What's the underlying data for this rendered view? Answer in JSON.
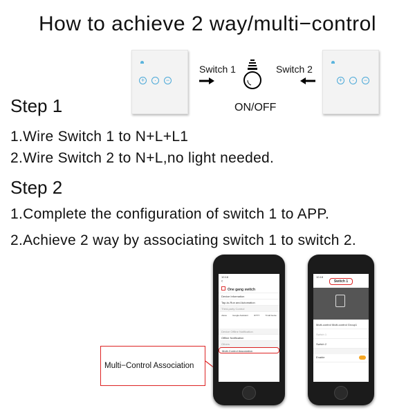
{
  "title": "How to achieve 2 way/multi−control",
  "diagram": {
    "switch1_label": "Switch 1",
    "switch2_label": "Switch 2",
    "bulb_label": "ON/OFF"
  },
  "step1": {
    "heading": "Step 1",
    "lines": [
      "1.Wire Switch 1 to N+L+L1",
      "2.Wire Switch 2 to N+L,no light needed."
    ]
  },
  "step2": {
    "heading": "Step 2",
    "lines": [
      "1.Complete the configuration of switch 1 to APP.",
      "2.Achieve 2 way by associating switch 1 to switch 2."
    ]
  },
  "callout": "Multi−Control Association",
  "phone1": {
    "time": "10:18",
    "device": "One gang switch",
    "items": [
      "Device Information",
      "Tap-to-Run and Automation"
    ],
    "section_third": "Third-party Control",
    "third": [
      "Alexa",
      "Google Assistant",
      "IFTTT",
      "Tmall Genie"
    ],
    "section_offline": "Device Offline Notification",
    "offline": "Offline Notification",
    "section_others": "Others",
    "multi": "Multi-Control Association"
  },
  "phone2": {
    "time": "10:18",
    "header": "Switch 1",
    "group": "Multi-control Multi-control Group1",
    "switches": [
      "Switch 1",
      "Switch 2"
    ],
    "enable": "Enable"
  },
  "colors": {
    "accent": "#4aa8d8",
    "callout": "#d22222",
    "toggle": "#f5a623"
  }
}
